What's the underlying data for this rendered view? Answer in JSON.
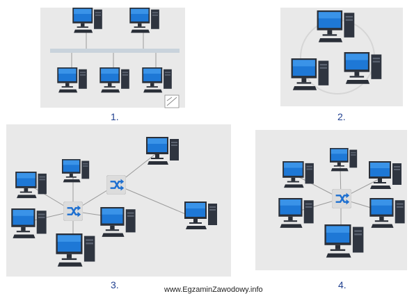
{
  "diagrams": [
    {
      "label": "1.",
      "topology": "bus"
    },
    {
      "label": "2.",
      "topology": "ring"
    },
    {
      "label": "3.",
      "topology": "extended star"
    },
    {
      "label": "4.",
      "topology": "star"
    }
  ],
  "watermark": "www.EgzaminZawodowy.info",
  "colors": {
    "panel": "#e9e9e9",
    "screen": "#1e78d6",
    "bezel": "#2a2f38",
    "switch": "#1d6fd0",
    "link": "#9a9a9a",
    "caption": "#1f3f8f"
  }
}
